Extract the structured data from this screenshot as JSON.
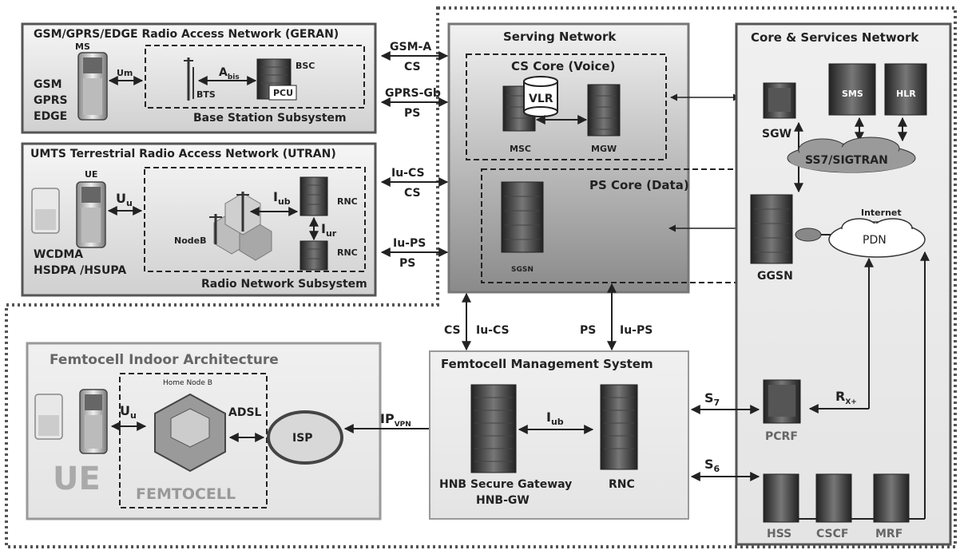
{
  "geran": {
    "title": "GSM/GPRS/EDGE Radio Access Network (GERAN)",
    "ms": "MS",
    "techs": [
      "GSM",
      "GPRS",
      "EDGE"
    ],
    "um": "Um",
    "a": "A",
    "a_sub": "bis",
    "bts": "BTS",
    "bsc": "BSC",
    "pcu": "PCU",
    "bss": "Base Station Subsystem"
  },
  "utran": {
    "title": "UMTS Terrestrial Radio Access Network (UTRAN)",
    "ue": "UE",
    "uu": "U",
    "uu_sub": "u",
    "iub": "I",
    "iub_sub": "ub",
    "iur": "I",
    "iur_sub": "ur",
    "nodeb": "NodeB",
    "rnc1": "RNC",
    "rnc2": "RNC",
    "techs": [
      "WCDMA",
      "HSDPA /HSUPA"
    ],
    "rns": "Radio Network Subsystem"
  },
  "links": {
    "gsm_a": "GSM-A",
    "cs1": "CS",
    "gprs_gb": "GPRS-Gb",
    "ps1": "PS",
    "iu_cs": "Iu-CS",
    "cs2": "CS",
    "iu_ps": "Iu-PS",
    "ps2": "PS",
    "cs3": "CS",
    "iu_cs2": "Iu-CS",
    "ps3": "PS",
    "iu_ps2": "Iu-PS",
    "ip": "IP",
    "ip_sub": "VPN",
    "iub": "I",
    "iub_sub": "ub",
    "s7": "S",
    "s7_sub": "7",
    "s6": "S",
    "s6_sub": "6",
    "rx": "R",
    "rx_sub": "X+"
  },
  "serving": {
    "title": "Serving Network",
    "cs_core": "CS Core (Voice)",
    "vlr": "VLR",
    "msc": "MSC",
    "mgw": "MGW",
    "ps_core": "PS Core (Data)",
    "sgsn": "SGSN"
  },
  "core": {
    "title": "Core & Services Network",
    "sms": "SMS",
    "hlr": "HLR",
    "sgw": "SGW",
    "ss7": "SS7/SIGTRAN",
    "internet": "Internet",
    "pdn": "PDN",
    "ggsn": "GGSN",
    "pcrf": "PCRF",
    "hss": "HSS",
    "cscf": "CSCF",
    "mrf": "MRF"
  },
  "femto": {
    "title": "Femtocell  Indoor  Architecture",
    "hnb": "Home Node B",
    "uu": "U",
    "uu_sub": "u",
    "adsl": "ADSL",
    "isp": "ISP",
    "ue": "UE",
    "femtocell": "FEMTOCELL"
  },
  "fms": {
    "title": "Femtocell Management System",
    "hnbgw1": "HNB Secure Gateway",
    "hnbgw2": "HNB-GW",
    "rnc": "RNC"
  }
}
